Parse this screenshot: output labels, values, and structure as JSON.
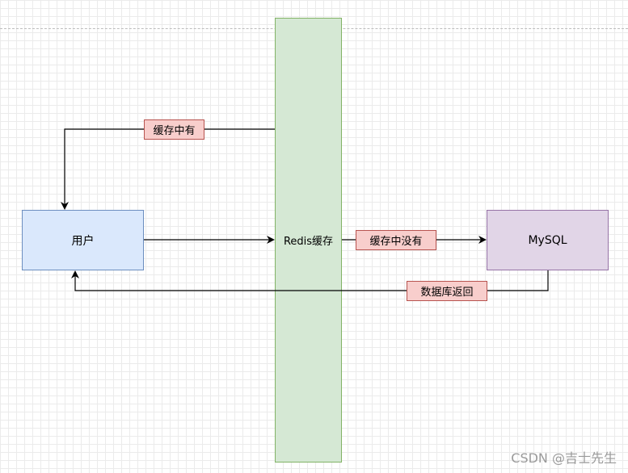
{
  "nodes": {
    "user": "用户",
    "redis": "Redis缓存",
    "mysql": "MySQL"
  },
  "edge_labels": {
    "cache_hit": "缓存中有",
    "cache_miss": "缓存中没有",
    "db_return": "数据库返回"
  },
  "colors": {
    "user_fill": "#dae8fc",
    "user_stroke": "#6c8ebf",
    "redis_fill": "#d5e8d4",
    "redis_stroke": "#82b366",
    "mysql_fill": "#e1d5e7",
    "mysql_stroke": "#9673a6",
    "label_fill": "#f8cecc",
    "label_stroke": "#b85450"
  },
  "watermark": "CSDN @吉士先生"
}
